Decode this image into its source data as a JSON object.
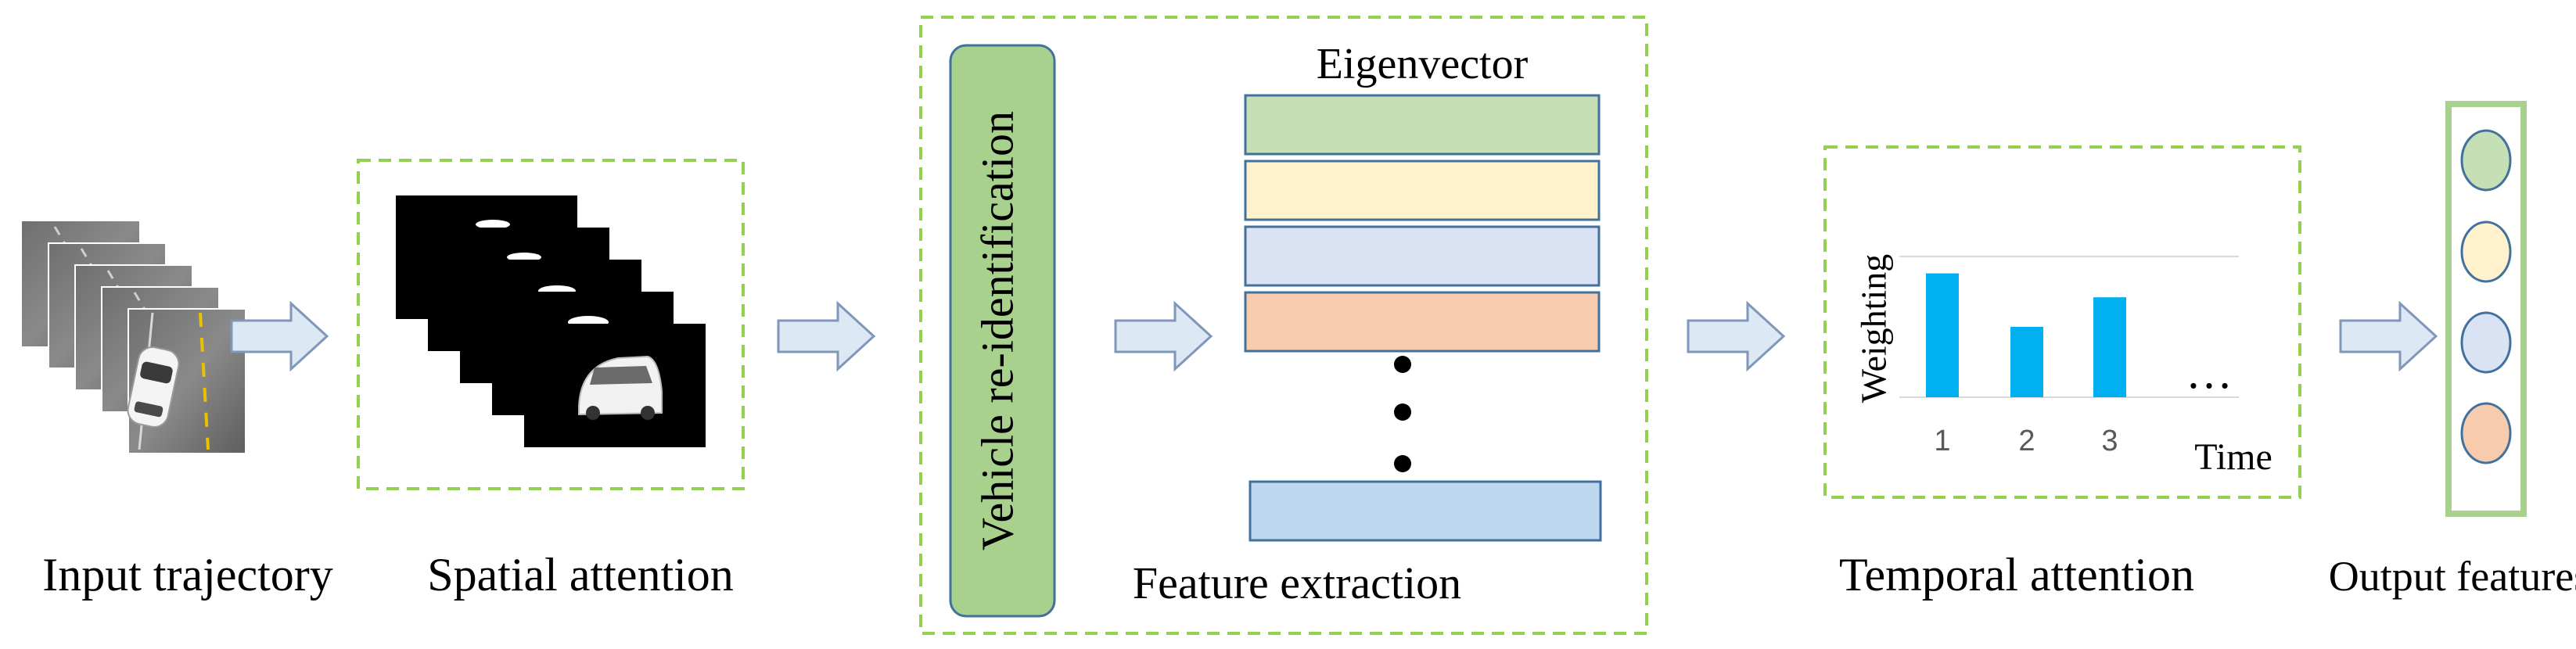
{
  "stages": {
    "input_trajectory": "Input trajectory",
    "spatial_attention": "Spatial attention",
    "vehicle_reid": "Vehicle re-identification",
    "eigenvector": "Eigenvector",
    "feature_extraction": "Feature extraction",
    "temporal_attention": "Temporal attention",
    "output_features": "Output features"
  },
  "temporal_chart": {
    "ylabel": "Weighting",
    "xlabel": "Time",
    "ticks": [
      "1",
      "2",
      "3"
    ],
    "ellipsis": "…"
  },
  "chart_data": {
    "type": "bar",
    "categories": [
      "1",
      "2",
      "3"
    ],
    "values": [
      0.88,
      0.5,
      0.71
    ],
    "xlabel": "Time",
    "ylabel": "Weighting",
    "ylim": [
      0,
      1
    ],
    "grid": true,
    "bar_color": "#00B0F0"
  },
  "colors": {
    "dashed_border": "#92D050",
    "arrow_fill": "#DDE8F5",
    "arrow_stroke": "#7F97B8",
    "reid_fill": "#A9D18E",
    "vector_colors": [
      "#C5E0B4",
      "#FFF2CC",
      "#DAE3F3",
      "#F8CBAD",
      "#BDD7EE"
    ],
    "output_colors": [
      "#C5E0B4",
      "#FFF2CC",
      "#DAE3F3",
      "#F8CBAD"
    ]
  }
}
